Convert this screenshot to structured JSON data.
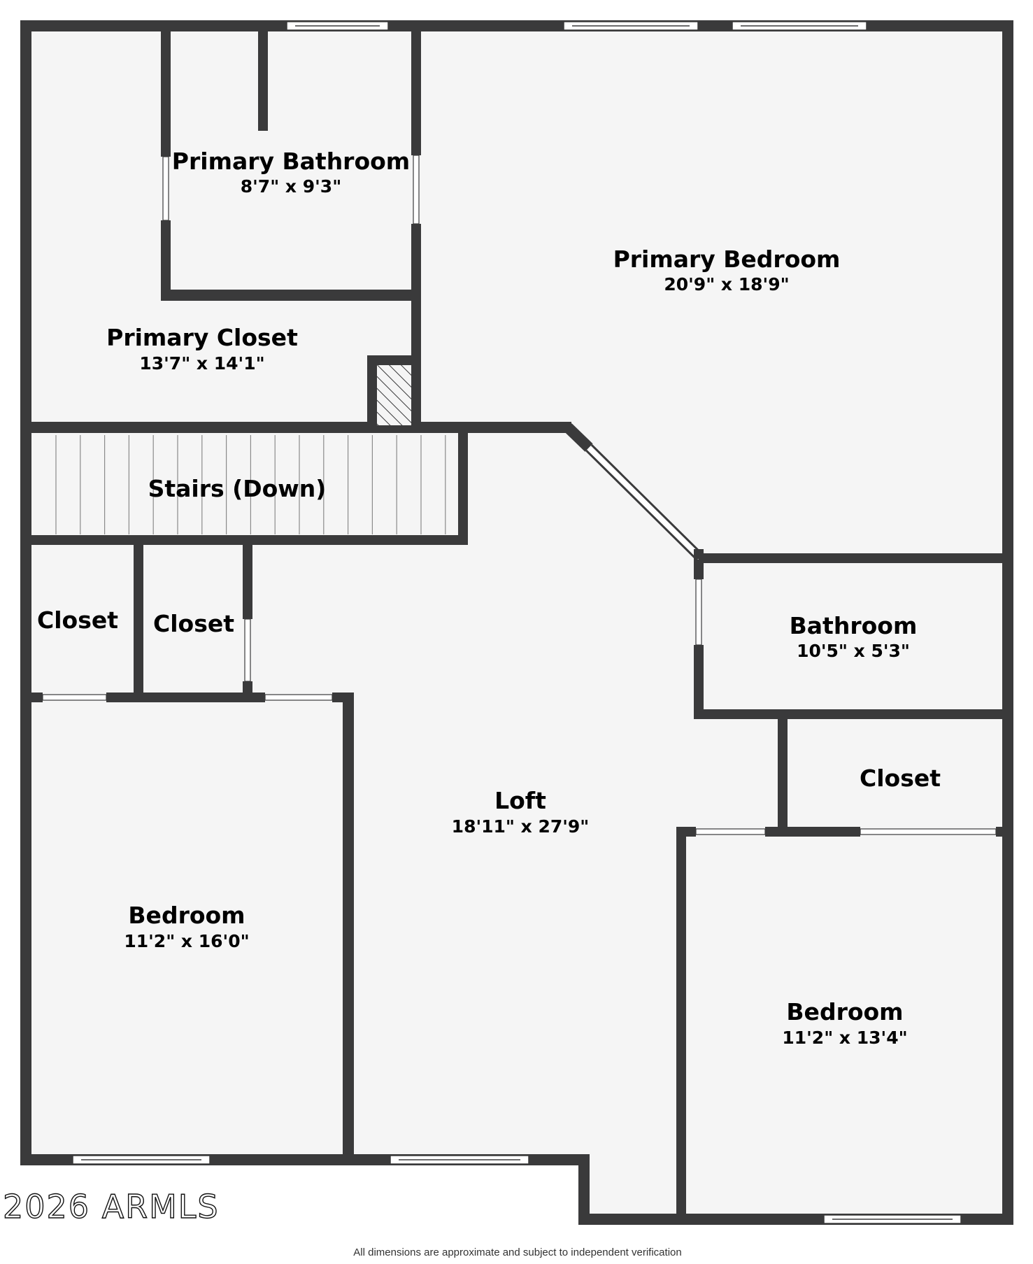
{
  "colors": {
    "wall": "#3a3a3b",
    "floor": "#f5f5f5",
    "background": "#ffffff",
    "text": "#000000"
  },
  "rooms": [
    {
      "name": "Primary Bathroom",
      "dims": "8'7\" x 9'3\""
    },
    {
      "name": "Primary Bedroom",
      "dims": "20'9\" x 18'9\""
    },
    {
      "name": "Primary Closet",
      "dims": "13'7\" x 14'1\""
    },
    {
      "name": "Stairs (Down)",
      "dims": ""
    },
    {
      "name": "Closet",
      "dims": ""
    },
    {
      "name": "Closet",
      "dims": ""
    },
    {
      "name": "Bathroom",
      "dims": "10'5\" x 5'3\""
    },
    {
      "name": "Closet",
      "dims": ""
    },
    {
      "name": "Loft",
      "dims": "18'11\" x 27'9\""
    },
    {
      "name": "Bedroom",
      "dims": "11'2\" x 16'0\""
    },
    {
      "name": "Bedroom",
      "dims": "11'2\" x 13'4\""
    }
  ],
  "watermark": "2026 ARMLS",
  "disclaimer": "All dimensions are approximate and subject to independent verification"
}
